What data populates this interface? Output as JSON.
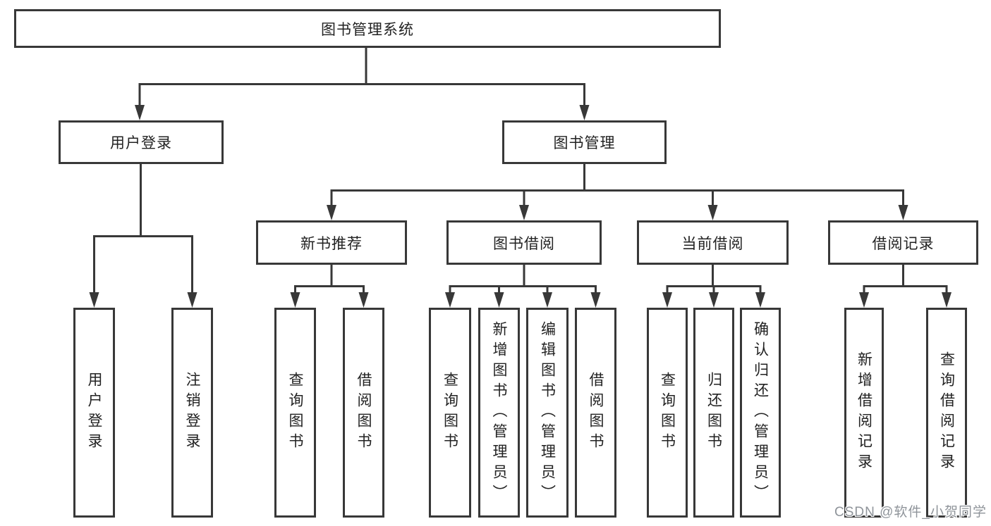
{
  "diagram": {
    "root": {
      "label": "图书管理系统"
    },
    "level2": [
      {
        "label": "用户登录",
        "children": [
          {
            "label": "用户登录"
          },
          {
            "label": "注销登录"
          }
        ]
      },
      {
        "label": "图书管理",
        "children": [
          {
            "label": "新书推荐",
            "children": [
              {
                "label": "查询图书"
              },
              {
                "label": "借阅图书"
              }
            ]
          },
          {
            "label": "图书借阅",
            "children": [
              {
                "label": "查询图书"
              },
              {
                "label": "新增图书（管理员）"
              },
              {
                "label": "编辑图书（管理员）"
              },
              {
                "label": "借阅图书"
              }
            ]
          },
          {
            "label": "当前借阅",
            "children": [
              {
                "label": "查询图书"
              },
              {
                "label": "归还图书"
              },
              {
                "label": "确认归还（管理员）"
              }
            ]
          },
          {
            "label": "借阅记录",
            "children": [
              {
                "label": "新增借阅记录"
              },
              {
                "label": "查询借阅记录"
              }
            ]
          }
        ]
      }
    ]
  },
  "watermark": {
    "text": "CSDN @软件_小贺同学"
  },
  "colors": {
    "line": "#383838",
    "box_fill": "#ffffff",
    "text": "#222222",
    "watermark_text": "#8f949a",
    "background": "#ffffff"
  }
}
